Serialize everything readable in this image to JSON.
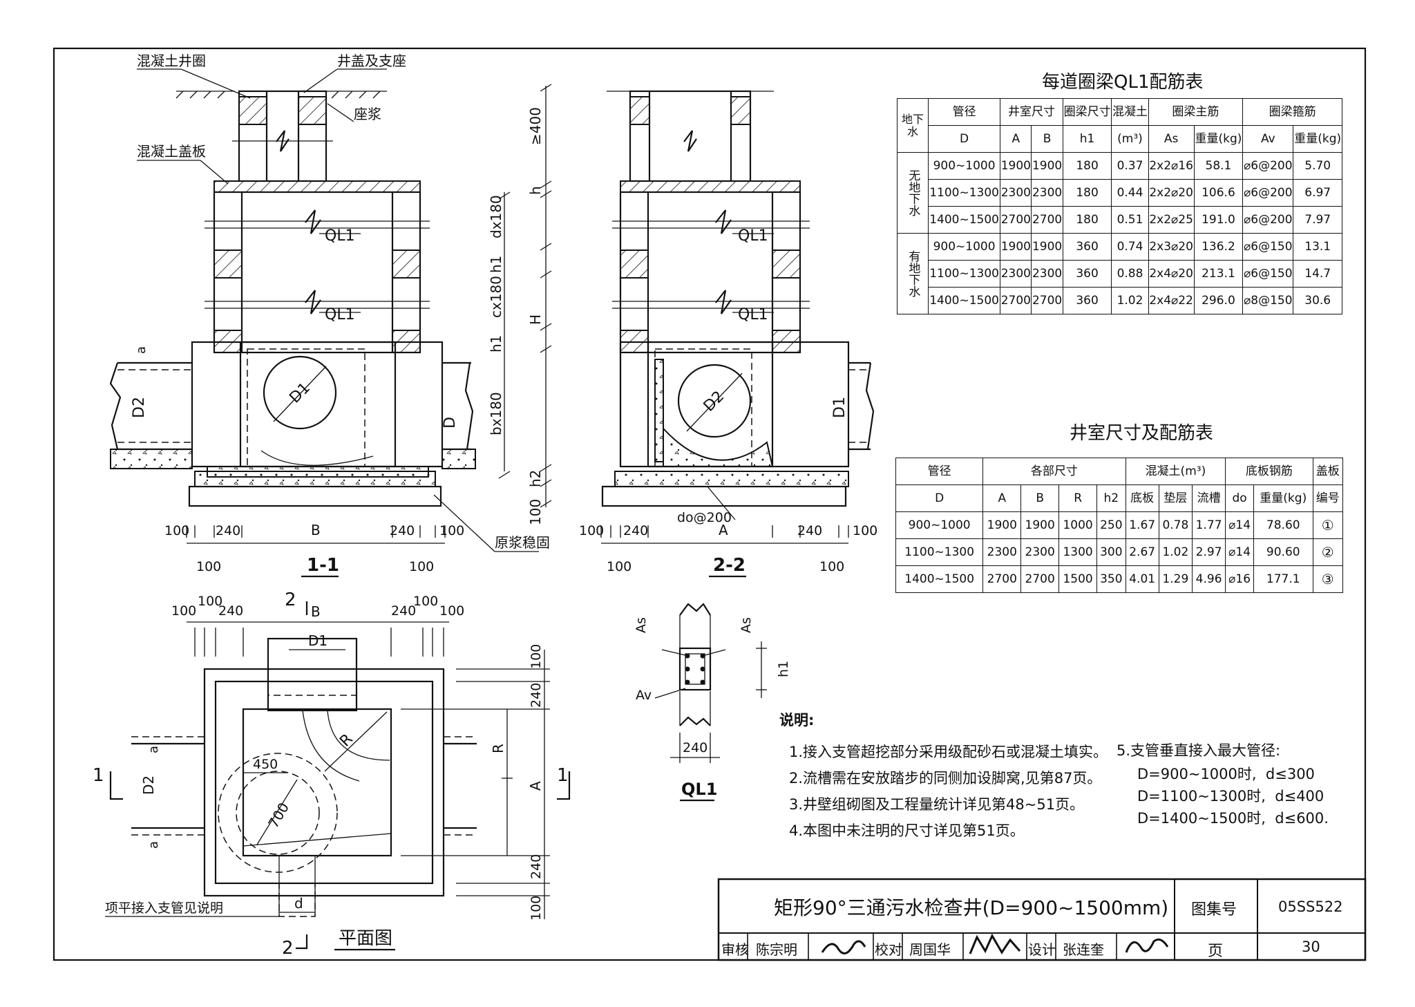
{
  "section_1": {
    "callouts": [
      "混凝土井圈",
      "井盖及支座",
      "座浆",
      "混凝土盖板",
      "原浆稳固"
    ],
    "beam_label_upper": "QL1",
    "beam_label_lower": "QL1",
    "pipe_labels": [
      "D1",
      "D2",
      "D"
    ],
    "dims_vertical": [
      "≥400",
      "h",
      "dx180",
      "h1",
      "cx180",
      "H",
      "h1",
      "bx180",
      "h2",
      "100",
      "a"
    ],
    "dims_bottom": [
      "100",
      "240",
      "B",
      "240",
      "100",
      "100",
      "100"
    ],
    "title": "1-1"
  },
  "section_2": {
    "beam_label_upper": "QL1",
    "beam_label_lower": "QL1",
    "pipe_labels": [
      "D2",
      "D1"
    ],
    "rebar_label": "do@200",
    "dims_bottom": [
      "100",
      "240",
      "A",
      "240",
      "100",
      "100",
      "100"
    ],
    "title": "2-2"
  },
  "plan": {
    "title": "平面图",
    "note": "项平接入支管见说明",
    "section_marks": [
      "1",
      "1",
      "2",
      "2"
    ],
    "dims_top": [
      "100",
      "100",
      "240",
      "B",
      "240",
      "100",
      "100"
    ],
    "dims_right": [
      "100",
      "240",
      "R",
      "A",
      "240",
      "100"
    ],
    "labels": [
      "D1",
      "D2",
      "R",
      "450",
      "700",
      "d",
      "a",
      "a"
    ]
  },
  "ql1_detail": {
    "labels": [
      "As",
      "As",
      "Av",
      "h1",
      "240"
    ],
    "title": "QL1"
  },
  "table_ql1": {
    "title": "每道圈梁QL1配筋表",
    "header_row1": [
      "地下水",
      "管径",
      "井室尺寸",
      "圈梁尺寸",
      "混凝土",
      "圈梁主筋",
      "圈梁箍筋"
    ],
    "header_row2": [
      "D",
      "A",
      "B",
      "h1",
      "(m³)",
      "As",
      "重量(kg)",
      "Av",
      "重量(kg)"
    ],
    "groups": [
      {
        "label": "无地下水",
        "rows": [
          [
            "900~1000",
            "1900",
            "1900",
            "180",
            "0.37",
            "2x2⌀16",
            "58.1",
            "⌀6@200",
            "5.70"
          ],
          [
            "1100~1300",
            "2300",
            "2300",
            "180",
            "0.44",
            "2x2⌀20",
            "106.6",
            "⌀6@200",
            "6.97"
          ],
          [
            "1400~1500",
            "2700",
            "2700",
            "180",
            "0.51",
            "2x2⌀25",
            "191.0",
            "⌀6@200",
            "7.97"
          ]
        ]
      },
      {
        "label": "有地下水",
        "rows": [
          [
            "900~1000",
            "1900",
            "1900",
            "360",
            "0.74",
            "2x3⌀20",
            "136.2",
            "⌀6@150",
            "13.1"
          ],
          [
            "1100~1300",
            "2300",
            "2300",
            "360",
            "0.88",
            "2x4⌀20",
            "213.1",
            "⌀6@150",
            "14.7"
          ],
          [
            "1400~1500",
            "2700",
            "2700",
            "360",
            "1.02",
            "2x4⌀22",
            "296.0",
            "⌀8@150",
            "30.6"
          ]
        ]
      }
    ]
  },
  "table_chamber": {
    "title": "井室尺寸及配筋表",
    "header_row1": [
      "管径",
      "各部尺寸",
      "混凝土(m³)",
      "底板钢筋",
      "盖板"
    ],
    "header_row2": [
      "D",
      "A",
      "B",
      "R",
      "h2",
      "底板",
      "垫层",
      "流槽",
      "do",
      "重量(kg)",
      "编号"
    ],
    "rows": [
      [
        "900~1000",
        "1900",
        "1900",
        "1000",
        "250",
        "1.67",
        "0.78",
        "1.77",
        "⌀14",
        "78.60",
        "①"
      ],
      [
        "1100~1300",
        "2300",
        "2300",
        "1300",
        "300",
        "2.67",
        "1.02",
        "2.97",
        "⌀14",
        "90.60",
        "②"
      ],
      [
        "1400~1500",
        "2700",
        "2700",
        "1500",
        "350",
        "4.01",
        "1.29",
        "4.96",
        "⌀16",
        "177.1",
        "③"
      ]
    ]
  },
  "notes": {
    "heading": "说明:",
    "items": [
      "1.接入支管超挖部分采用级配砂石或混凝土填实。",
      "2.流槽需在安放踏步的同侧加设脚窝,见第87页。",
      "3.井壁组砌图及工程量统计详见第48~51页。",
      "4.本图中未注明的尺寸详见第51页。"
    ],
    "item5_heading": "5.支管垂直接入最大管径:",
    "item5_lines": [
      "D=900~1000时,  d≤300",
      "D=1100~1300时,  d≤400",
      "D=1400~1500时,  d≤600."
    ]
  },
  "title_block": {
    "drawing_title": "矩形90°三通污水检查井(D=900~1500mm)",
    "atlas_label": "图集号",
    "atlas_no": "05SS522",
    "page_label": "页",
    "page_no": "30",
    "roles": [
      "审核",
      "陈宗明",
      "校对",
      "周国华",
      "设计",
      "张连奎"
    ]
  }
}
